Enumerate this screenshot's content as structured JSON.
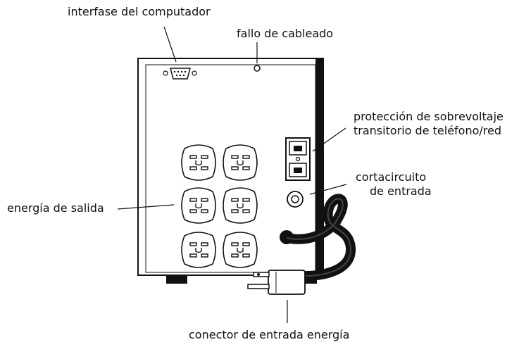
{
  "labels": {
    "computer_interface": "interfase del computador",
    "wiring_fault": "fallo de cableado",
    "surge_protection_line1": "protección de sobrevoltaje",
    "surge_protection_line2": "transitorio de teléfono/red",
    "breaker_line1": "cortacircuito",
    "breaker_line2": "de entrada",
    "output_power": "energía de salida",
    "power_input": "conector de entrada energía"
  },
  "colors": {
    "ink": "#111111",
    "background": "#ffffff"
  }
}
